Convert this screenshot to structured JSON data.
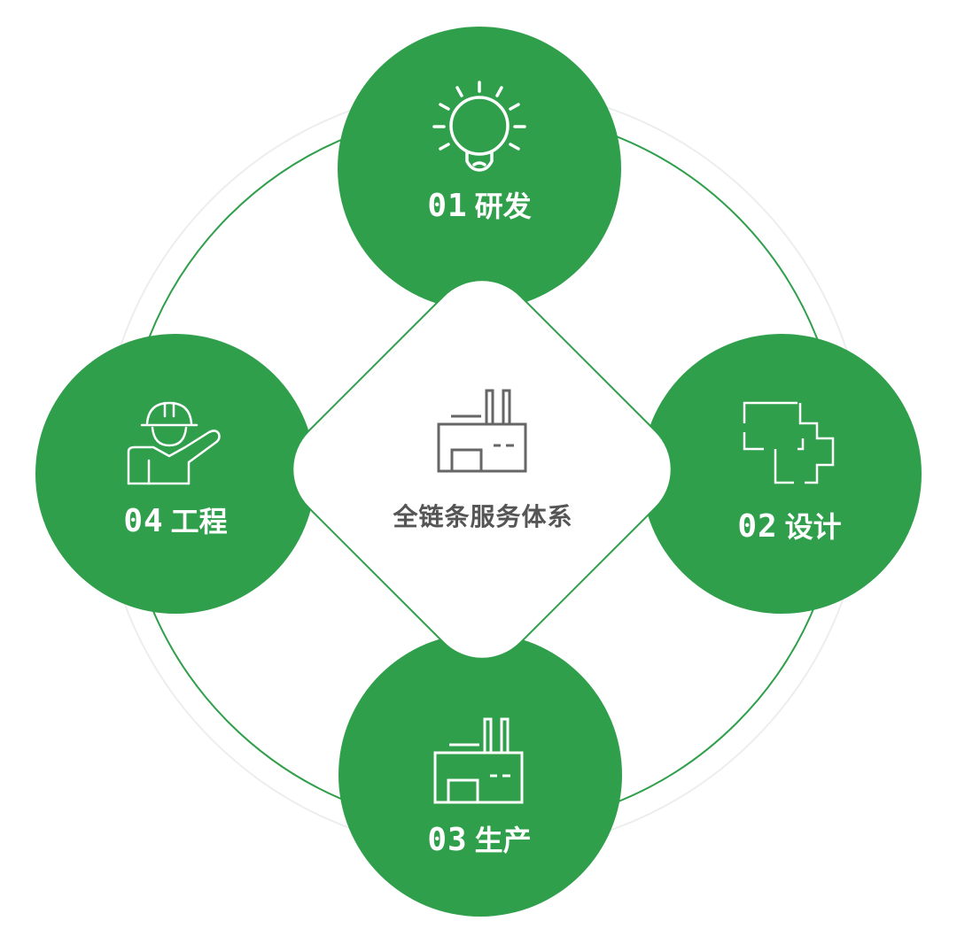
{
  "center": {
    "label": "全链条服务体系",
    "icon": "factory-icon"
  },
  "nodes": [
    {
      "id": "research",
      "number": "01",
      "label": "研发",
      "icon": "lightbulb-icon"
    },
    {
      "id": "design",
      "number": "02",
      "label": "设计",
      "icon": "floor-plan-icon"
    },
    {
      "id": "production",
      "number": "03",
      "label": "生产",
      "icon": "factory-icon"
    },
    {
      "id": "engineering",
      "number": "04",
      "label": "工程",
      "icon": "worker-icon"
    }
  ],
  "colors": {
    "green": "#2f9f4b",
    "line": "#2f9f4b",
    "ring": "#e9ecea",
    "center_text": "#555555",
    "icon_gray": "#666666"
  }
}
